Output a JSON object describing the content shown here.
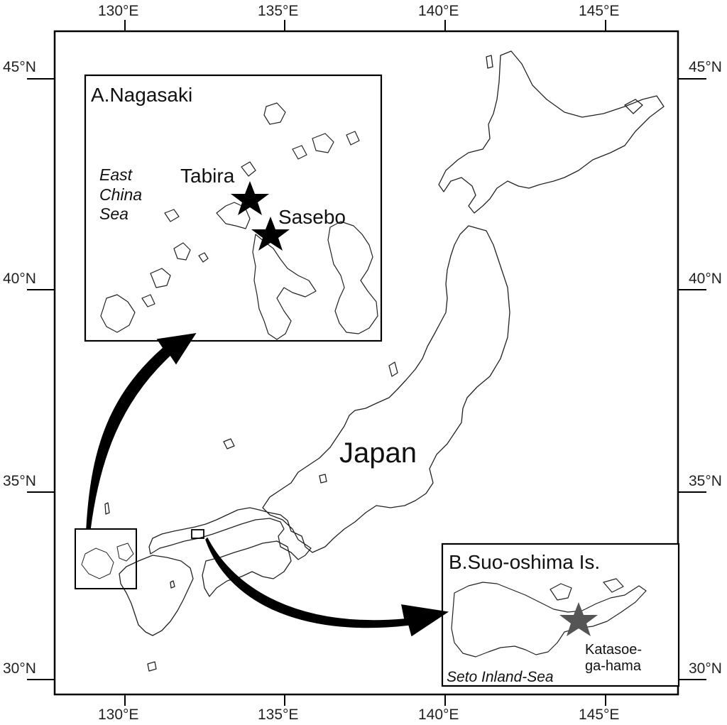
{
  "graticule": {
    "longitudes": [
      "130°E",
      "135°E",
      "140°E",
      "145°E"
    ],
    "latitudes": [
      "45°N",
      "40°N",
      "35°N",
      "30°N"
    ]
  },
  "main_map": {
    "country_label": "Japan"
  },
  "inset_a": {
    "title": "A.Nagasaki",
    "sea_label": [
      "East",
      "China",
      "Sea"
    ],
    "places": [
      {
        "name": "Tabira",
        "marker": "black-star"
      },
      {
        "name": "Sasebo",
        "marker": "black-star"
      }
    ]
  },
  "inset_b": {
    "title": "B.Suo-oshima Is.",
    "sea_label": "Seto Inland-Sea",
    "place": {
      "name_lines": [
        "Katasoe-",
        "ga-hama"
      ],
      "marker": "gray-star"
    }
  },
  "colors": {
    "coast": "#222222",
    "frame": "#000000",
    "star_a": "#000000",
    "star_b": "#555555"
  }
}
